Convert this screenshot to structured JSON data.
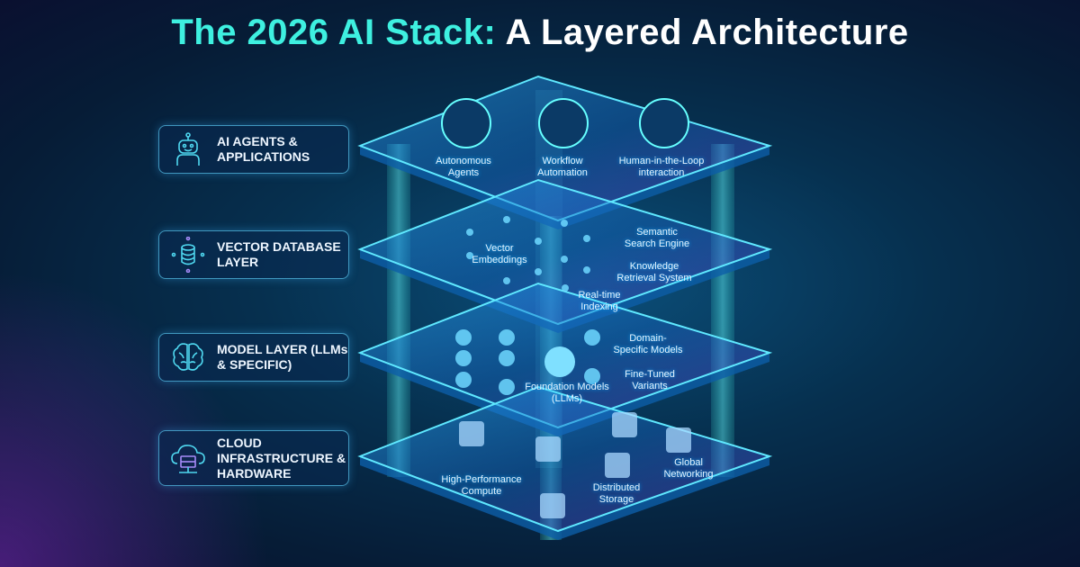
{
  "title": {
    "part1": "The 2026 AI Stack:",
    "part2": "A Layered Architecture"
  },
  "layers": [
    {
      "label": "AI AGENTS & APPLICATIONS",
      "icon": "robot-icon"
    },
    {
      "label": "VECTOR DATABASE LAYER",
      "icon": "database-icon"
    },
    {
      "label": "MODEL LAYER (LLMs & SPECIFIC)",
      "icon": "brain-icon"
    },
    {
      "label": "CLOUD INFRASTRUCTURE & HARDWARE",
      "icon": "cloud-server-icon"
    }
  ],
  "agents_layer": {
    "items": [
      "Autonomous Agents",
      "Workflow Automation",
      "Human-in-the-Loop interaction"
    ]
  },
  "vector_layer": {
    "items": [
      "Vector Embeddings",
      "Semantic Search Engine",
      "Knowledge Retrieval System",
      "Real-time Indexing"
    ]
  },
  "model_layer": {
    "items": [
      "Foundation Models (LLMs)",
      "Domain-Specific Models",
      "Fine-Tuned Variants"
    ]
  },
  "infra_layer": {
    "items": [
      "High-Performance Compute",
      "Distributed Storage",
      "Global Networking"
    ]
  },
  "colors": {
    "accent": "#3ef0e0",
    "plate": "#1a8ad8",
    "edge": "#5fe8ff"
  }
}
